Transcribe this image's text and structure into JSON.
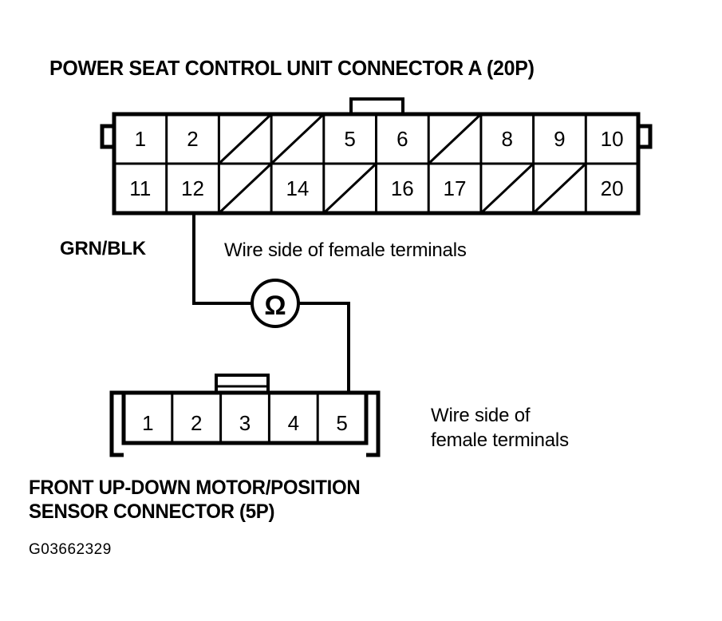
{
  "diagram": {
    "title": "POWER SEAT CONTROL UNIT CONNECTOR A (20P)",
    "bottom_caption_line1": "FRONT UP-DOWN MOTOR/POSITION",
    "bottom_caption_line2": "SENSOR CONNECTOR (5P)",
    "bottom_caption": "FRONT UP-DOWN MOTOR/POSITION\nSENSOR CONNECTOR (5P)",
    "image_id": "G03662329",
    "wire_color_label": "GRN/BLK",
    "note_top": "Wire side of female terminals",
    "note_bottom_line1": "Wire side of",
    "note_bottom_line2": "female terminals",
    "note_bottom": "Wire side of\nfemale terminals",
    "meter_symbol": "Ω",
    "meter_type": "ohmmeter",
    "line_color": "#000000",
    "background_color": "#ffffff"
  },
  "connector_20p": {
    "name": "POWER SEAT CONTROL UNIT CONNECTOR A",
    "pin_count": "20P",
    "columns": 10,
    "rows": 2,
    "top_row": [
      {
        "label": "1",
        "blank": false
      },
      {
        "label": "2",
        "blank": false
      },
      {
        "label": "",
        "blank": true
      },
      {
        "label": "",
        "blank": true
      },
      {
        "label": "5",
        "blank": false
      },
      {
        "label": "6",
        "blank": false
      },
      {
        "label": "",
        "blank": true
      },
      {
        "label": "8",
        "blank": false
      },
      {
        "label": "9",
        "blank": false
      },
      {
        "label": "10",
        "blank": false
      }
    ],
    "bottom_row": [
      {
        "label": "11",
        "blank": false
      },
      {
        "label": "12",
        "blank": false
      },
      {
        "label": "",
        "blank": true
      },
      {
        "label": "14",
        "blank": false
      },
      {
        "label": "",
        "blank": true
      },
      {
        "label": "16",
        "blank": false
      },
      {
        "label": "17",
        "blank": false
      },
      {
        "label": "",
        "blank": true
      },
      {
        "label": "",
        "blank": true
      },
      {
        "label": "20",
        "blank": false
      }
    ],
    "probed_pin": "12"
  },
  "connector_5p": {
    "name": "FRONT UP-DOWN MOTOR/POSITION SENSOR CONNECTOR",
    "pin_count": "5P",
    "columns": 5,
    "rows": 1,
    "pins": [
      {
        "label": "1",
        "blank": false
      },
      {
        "label": "2",
        "blank": false
      },
      {
        "label": "3",
        "blank": false
      },
      {
        "label": "4",
        "blank": false
      },
      {
        "label": "5",
        "blank": false
      }
    ],
    "probed_pin": "5"
  }
}
